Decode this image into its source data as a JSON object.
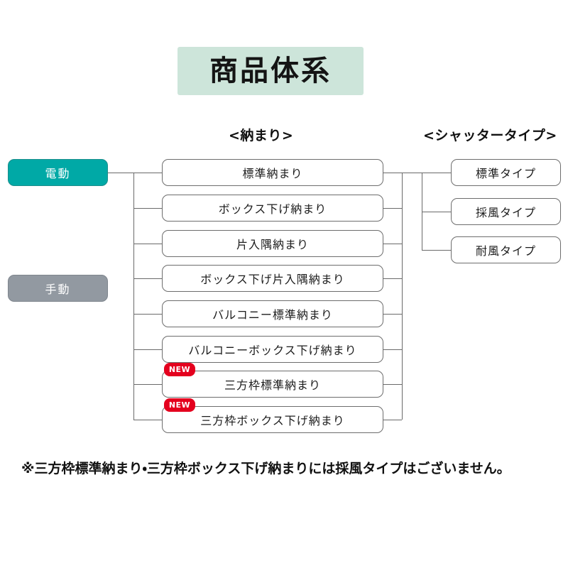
{
  "page": {
    "title": "商品体系",
    "title_bg": "#cde5da"
  },
  "headers": {
    "osamari": "<納まり>",
    "shutter_type": "<シャッタータイプ>"
  },
  "drive_modes": [
    {
      "label": "電動",
      "state": "selected",
      "color": "#00a9a6"
    },
    {
      "label": "手動",
      "state": "unselected",
      "color": "#9299a1"
    }
  ],
  "osamari_items": [
    {
      "label": "標準納まり",
      "badge": ""
    },
    {
      "label": "ボックス下げ納まり",
      "badge": ""
    },
    {
      "label": "片入隅納まり",
      "badge": ""
    },
    {
      "label": "ボックス下げ片入隅納まり",
      "badge": ""
    },
    {
      "label": "バルコニー標準納まり",
      "badge": ""
    },
    {
      "label": "バルコニーボックス下げ納まり",
      "badge": ""
    },
    {
      "label": "三方枠標準納まり",
      "badge": "NEW"
    },
    {
      "label": "三方枠ボックス下げ納まり",
      "badge": "NEW"
    }
  ],
  "shutter_types": [
    {
      "label": "標準タイプ"
    },
    {
      "label": "採風タイプ"
    },
    {
      "label": "耐風タイプ"
    }
  ],
  "badge": {
    "new_label": "NEW",
    "new_color": "#e4001e"
  },
  "footnote": "※三方枠標準納まり・三方枠ボックス下げ納まりには採風タイプはございません。"
}
